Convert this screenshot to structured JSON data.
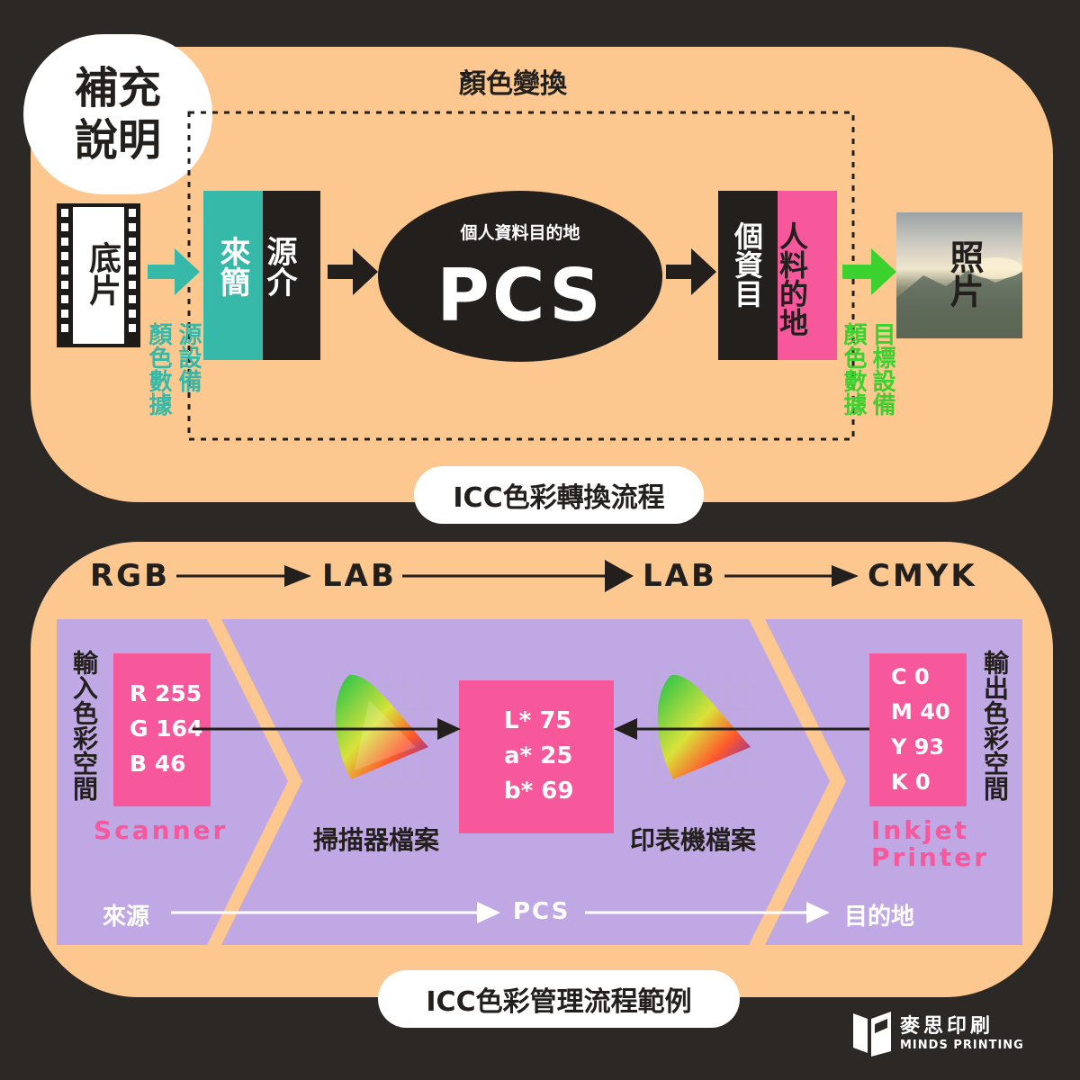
{
  "badge": {
    "line1": "補充",
    "line2": "說明"
  },
  "top": {
    "transform_label": "顏色變換",
    "film_label": "底片",
    "source_device_label": "源設備",
    "source_data_label": "顏色數據",
    "source_profile": {
      "col1": "來簡",
      "col2": "源介"
    },
    "pcs_sub": "個人資料目的地",
    "pcs_main": "PCS",
    "dest_profile": {
      "col1": "個資目",
      "col2": "人料的地"
    },
    "dest_device_label": "目標設備",
    "dest_data_label": "顏色數據",
    "photo_label": "照片",
    "caption": "ICC色彩轉換流程"
  },
  "bottom": {
    "spaces": [
      "RGB",
      "LAB",
      "LAB",
      "CMYK"
    ],
    "input_space_label": "輸入色彩空間",
    "output_space_label": "輸出色彩空間",
    "rgb": [
      "R 255",
      "G 164",
      "B 46"
    ],
    "lab": [
      "L* 75",
      "a* 25",
      "b* 69"
    ],
    "cmyk": [
      "C 0",
      "M 40",
      "Y 93",
      "K 0"
    ],
    "scanner": "Scanner",
    "printer_line1": "Inkjet",
    "printer_line2": "Printer",
    "scanner_profile": "掃描器檔案",
    "printer_profile": "印表機檔案",
    "flow": [
      "來源",
      "PCS",
      "目的地"
    ],
    "caption": "ICC色彩管理流程範例"
  },
  "logo": {
    "name": "麥思印刷",
    "name_en": "MINDS PRINTING"
  },
  "colors": {
    "orange": "#fcc88f",
    "dark": "#231f1d",
    "teal": "#37b9a9",
    "pink": "#f7579b",
    "green": "#3bd12f",
    "lavender": "#bfa8e3"
  }
}
